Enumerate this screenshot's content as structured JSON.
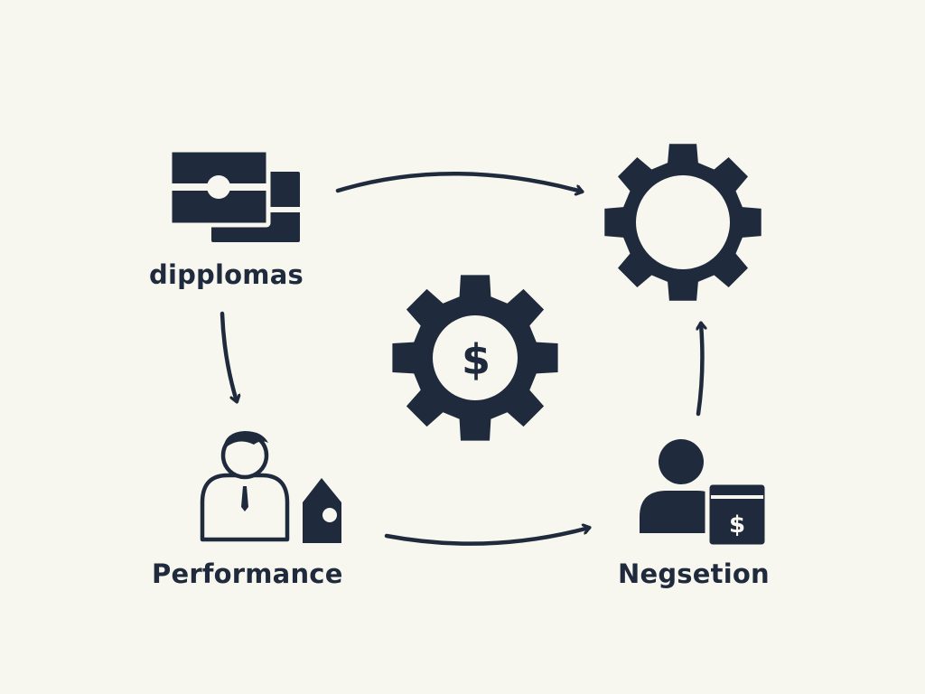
{
  "colors": {
    "background": "#f7f7f0",
    "ink": "#1f2a3c"
  },
  "nodes": {
    "diplomas": {
      "label": "dipplomas",
      "icon": "diploma-certificate-icon"
    },
    "performance": {
      "label": "Performance",
      "icon": "person-with-house-tag-icon"
    },
    "negotiation": {
      "label": "Negsetion",
      "icon": "person-with-money-card-icon",
      "badge_symbol": "$"
    },
    "center_gear": {
      "icon": "dollar-gear-icon",
      "symbol": "$"
    },
    "top_right_gear": {
      "icon": "gear-icon"
    }
  },
  "arrows": [
    {
      "from": "diplomas",
      "to": "top_right_gear"
    },
    {
      "from": "diplomas",
      "to": "performance"
    },
    {
      "from": "performance",
      "to": "negotiation"
    },
    {
      "from": "negotiation",
      "to": "top_right_gear"
    }
  ]
}
